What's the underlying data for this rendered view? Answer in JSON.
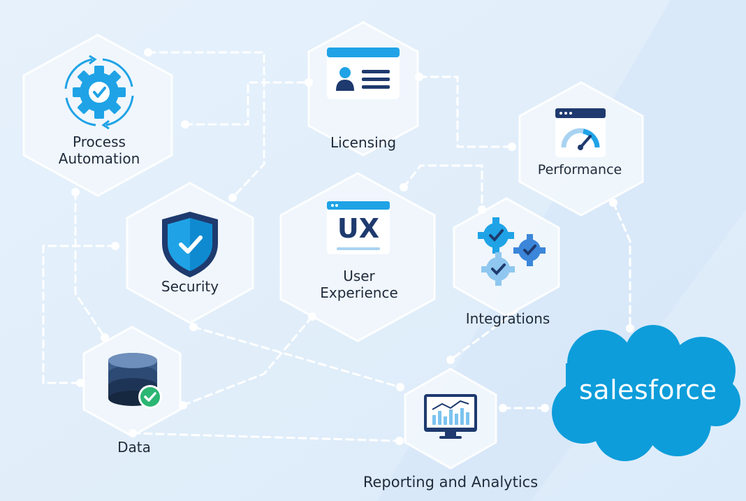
{
  "diagram": {
    "nodes": {
      "process_automation": {
        "label": "Process\nAutomation",
        "icon": "gear-cycle-icon"
      },
      "licensing": {
        "label": "Licensing",
        "icon": "id-card-icon"
      },
      "performance": {
        "label": "Performance",
        "icon": "speedometer-icon"
      },
      "security": {
        "label": "Security",
        "icon": "shield-check-icon"
      },
      "user_experience": {
        "label": "User\nExperience",
        "icon": "ux-window-icon",
        "icon_text": "UX"
      },
      "integrations": {
        "label": "Integrations",
        "icon": "gears-icon"
      },
      "data": {
        "label": "Data",
        "icon": "database-check-icon"
      },
      "reporting": {
        "label": "Reporting and Analytics",
        "icon": "analytics-monitor-icon"
      },
      "salesforce": {
        "label": "salesforce",
        "icon": "salesforce-cloud-logo"
      }
    },
    "colors": {
      "background": "#eaf3fc",
      "hexagon": "#eff6fd",
      "connector": "#ffffff",
      "icon_blue": "#1fa3e6",
      "icon_navy": "#1e3a6e",
      "salesforce_blue": "#0d9dda",
      "check_green": "#2bb673"
    }
  }
}
